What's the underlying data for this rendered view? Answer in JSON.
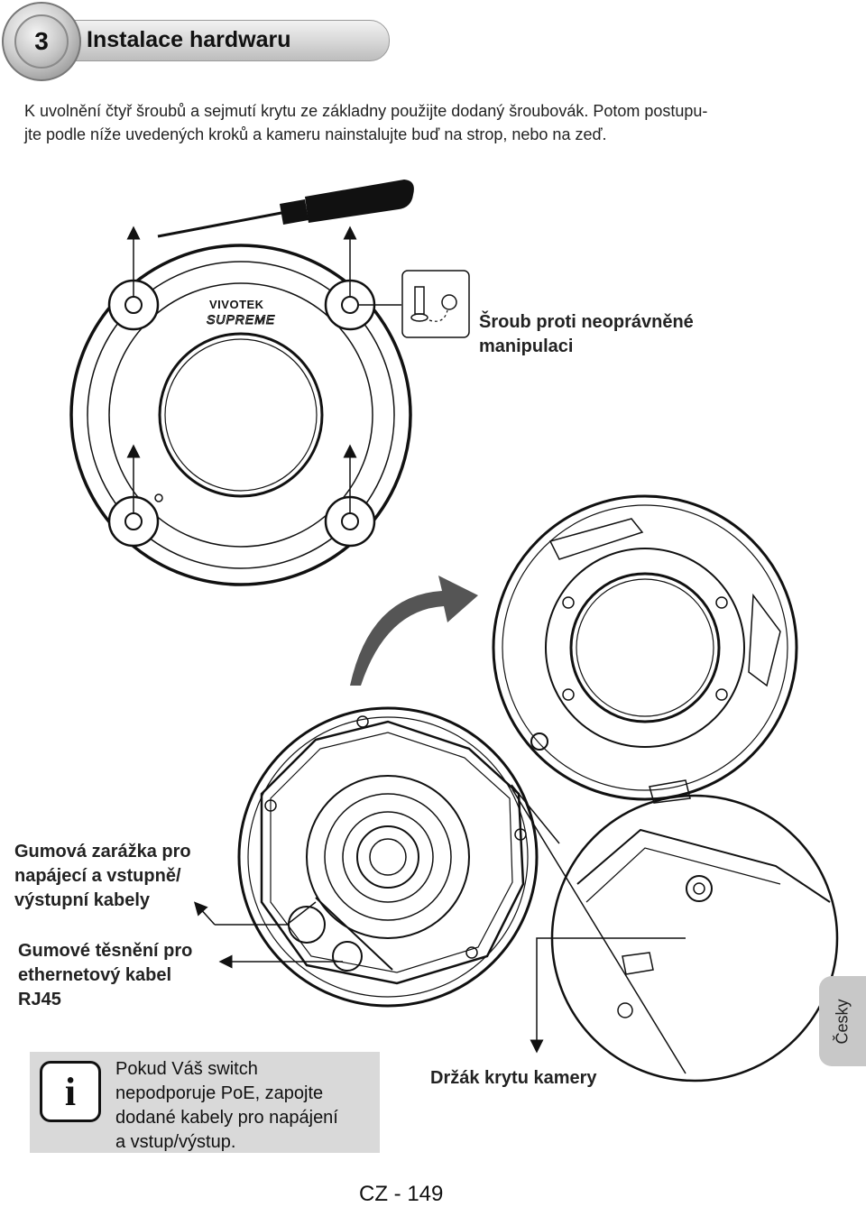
{
  "header": {
    "step_number": "3",
    "title": "Instalace hardwaru"
  },
  "intro": {
    "line1": "K uvolnění čtyř šroubů a sejmutí krytu ze základny použijte dodaný šroubovák. Potom postupu-",
    "line2": "jte podle níže uvedených kroků a kameru nainstalujte buď na strop, nebo na zeď."
  },
  "labels": {
    "tamper_line1": "Šroub proti neoprávněné",
    "tamper_line2": "manipulaci",
    "rubber_stopper_line1": "Gumová zarážka pro",
    "rubber_stopper_line2": "napájecí a vstupně/",
    "rubber_stopper_line3": "výstupní kabely",
    "rubber_seal_line1": "Gumové těsnění pro",
    "rubber_seal_line2": "ethernetový kabel",
    "rubber_seal_line3": "RJ45",
    "cover_holder": "Držák krytu kamery"
  },
  "brand": {
    "logo_line1": "VIVOTEK",
    "logo_line2": "SUPREME"
  },
  "info_note": {
    "icon": "i",
    "line1": "Pokud Váš switch",
    "line2": "nepodporuje PoE, zapojte",
    "line3": "dodané kabely pro napájení",
    "line4": "a vstup/výstup."
  },
  "side_tab": "Česky",
  "page_number": "CZ - 149"
}
